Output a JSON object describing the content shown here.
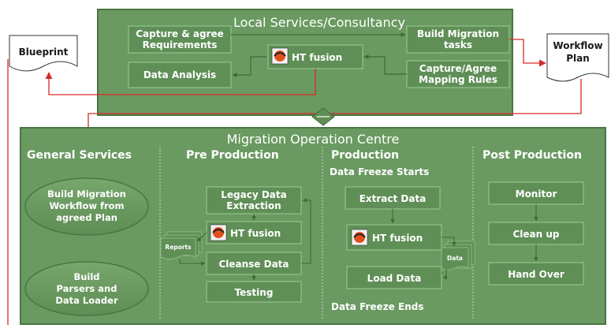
{
  "top": {
    "title": "Local Services/Consultancy",
    "capture_agree": [
      "Capture & agree",
      "Requirements"
    ],
    "data_analysis": "Data Analysis",
    "ht_fusion": "HT fusion",
    "build_migration_tasks": [
      "Build Migration",
      "tasks"
    ],
    "capture_mapping": [
      "Capture/Agree",
      "Mapping Rules"
    ]
  },
  "blueprint": "Blueprint",
  "workflow_plan": [
    "Workflow",
    "Plan"
  ],
  "moc": {
    "title": "Migration Operation Centre",
    "general": {
      "heading": "General Services",
      "build_workflow": [
        "Build Migration",
        "Workflow from",
        "agreed Plan"
      ],
      "build_parsers": [
        "Build",
        "Parsers and",
        "Data Loader"
      ]
    },
    "pre": {
      "heading": "Pre Production",
      "legacy": [
        "Legacy Data",
        "Extraction"
      ],
      "ht_fusion": "HT fusion",
      "reports": "Reports",
      "cleanse": "Cleanse Data",
      "testing": "Testing"
    },
    "prod": {
      "heading": "Production",
      "freeze_start": "Data Freeze Starts",
      "extract": "Extract Data",
      "ht_fusion": "HT fusion",
      "data": "Data",
      "load": "Load Data",
      "freeze_end": "Data Freeze Ends"
    },
    "post": {
      "heading": "Post Production",
      "monitor": "Monitor",
      "clean_up": "Clean up",
      "hand_over": "Hand Over"
    }
  },
  "colors": {
    "panel": "#6a9a61",
    "box": "#5f8f56",
    "border": "#4b7544",
    "arrow": "#d62a2a",
    "connector": "#3e6a38"
  }
}
